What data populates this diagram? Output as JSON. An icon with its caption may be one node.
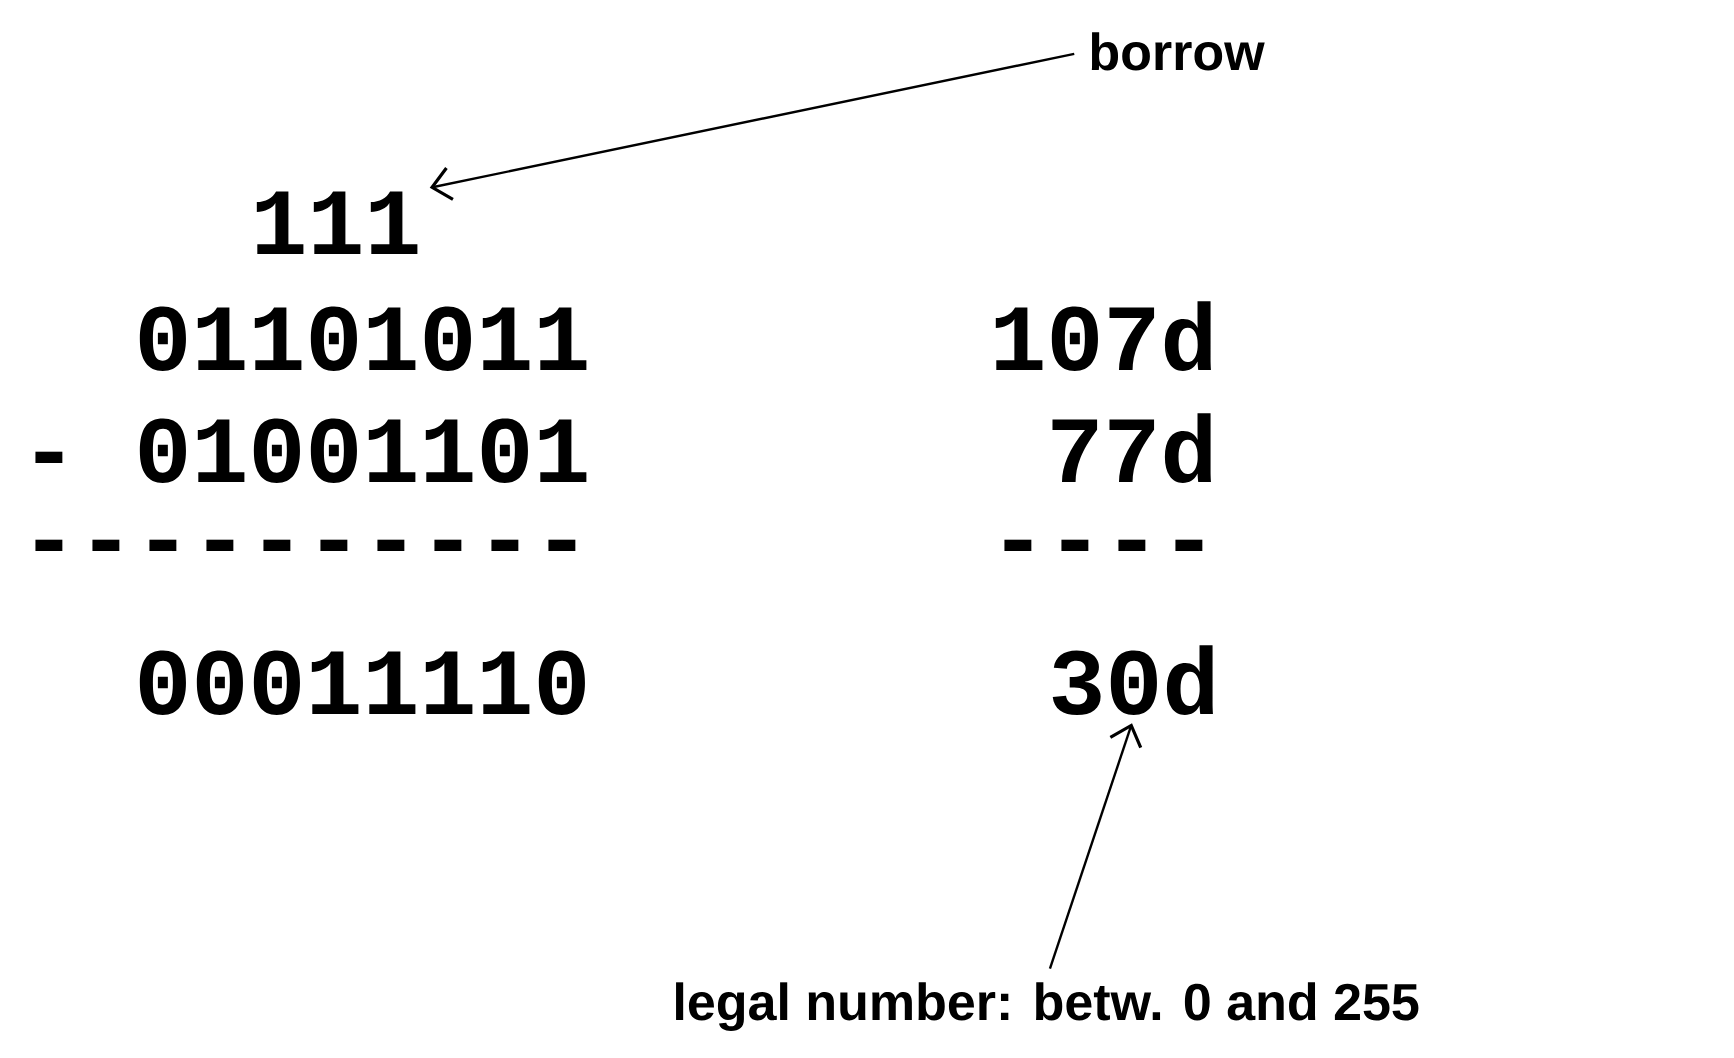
{
  "diagram": {
    "nodes": [
      {
        "text": [
          "borrow"
        ]
      },
      {
        "text": [
          "111"
        ]
      },
      {
        "text": [
          "30d"
        ]
      },
      {
        "text": [
          "legal number: betw. 0 and 255"
        ]
      }
    ],
    "edges": [
      {
        "from": 0,
        "to": 1,
        "arrow": "to"
      },
      {
        "from": 3,
        "to": 2,
        "arrow": "to"
      }
    ],
    "labels": [
      "01101011",
      "107d",
      "- 01001101",
      "77d",
      "----------",
      "----",
      "00011110"
    ]
  }
}
